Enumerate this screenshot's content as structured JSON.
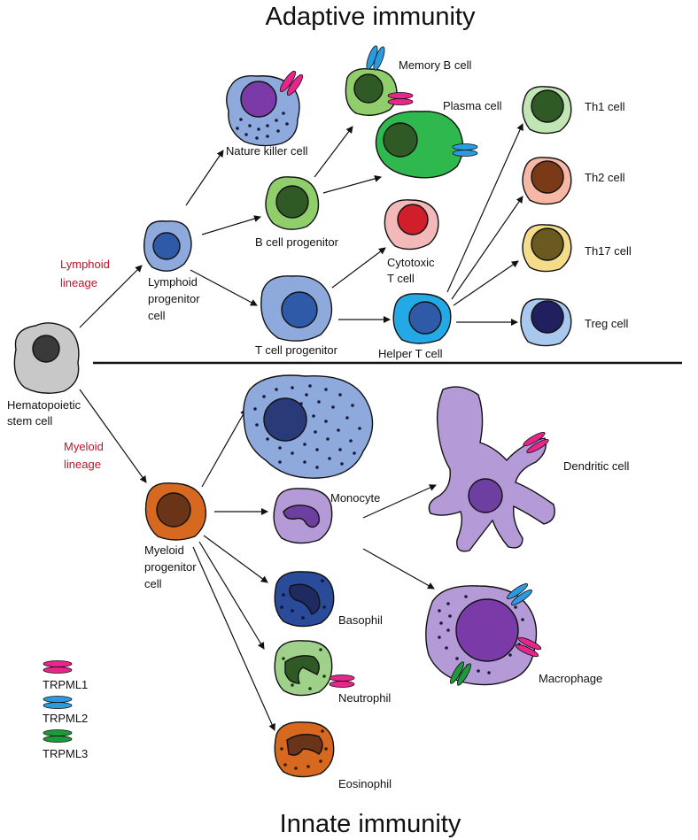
{
  "titles": {
    "top": "Adaptive immunity",
    "bottom": "Innate immunity"
  },
  "lineages": {
    "lymphoid": [
      "Lymphoid",
      "lineage"
    ],
    "myeloid": [
      "Myeloid",
      "lineage"
    ]
  },
  "cells": {
    "hsc": [
      "Hematopoietic",
      "stem cell"
    ],
    "lymphoid_progenitor": [
      "Lymphoid",
      "progenitor",
      "cell"
    ],
    "nk": "Nature killer cell",
    "b_progenitor": "B cell progenitor",
    "memory_b": "Memory B cell",
    "plasma": "Plasma cell",
    "t_progenitor": "T cell progenitor",
    "cytotoxic_t": [
      "Cytotoxic",
      "T cell"
    ],
    "helper_t": "Helper T cell",
    "th1": "Th1 cell",
    "th2": "Th2 cell",
    "th17": "Th17 cell",
    "treg": "Treg cell",
    "myeloid_progenitor": [
      "Myeloid",
      "progenitor",
      "cell"
    ],
    "monocyte": "Monocyte",
    "dendritic": "Dendritic cell",
    "macrophage": "Macrophage",
    "basophil": "Basophil",
    "neutrophil": "Neutrophil",
    "eosinophil": "Eosinophil"
  },
  "legend": [
    {
      "label": "TRPML1",
      "color": "#e8258a"
    },
    {
      "label": "TRPML2",
      "color": "#2b9be0"
    },
    {
      "label": "TRPML3",
      "color": "#1f9a3a"
    }
  ],
  "colors": {
    "lineage_text": "#c0142b",
    "trpml1": "#e8258a",
    "trpml2": "#2b9be0",
    "trpml3": "#1f9a3a"
  }
}
